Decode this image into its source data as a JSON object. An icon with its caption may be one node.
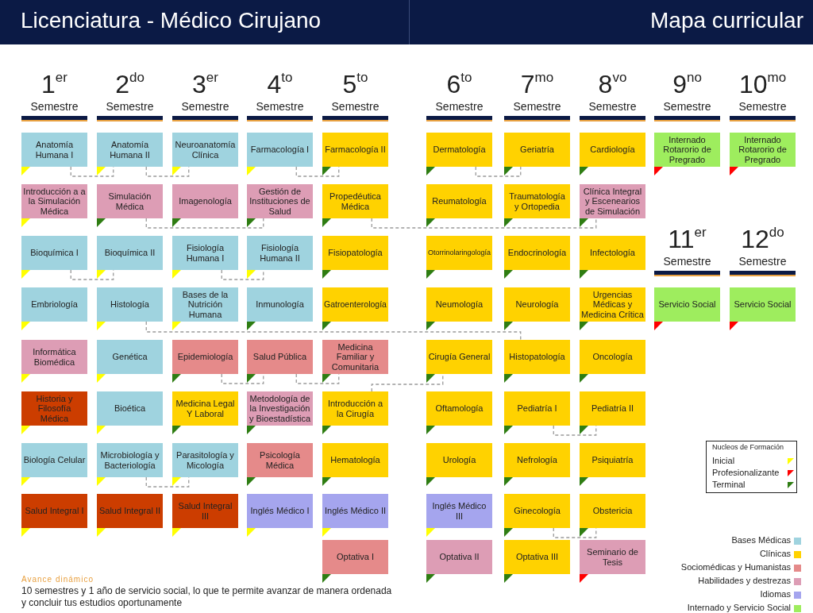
{
  "diagram": {
    "title": "Licenciatura - Médico Cirujano",
    "nodes": [
      {
        "text": [
          "Anatomía Humana I"
        ]
      },
      {
        "text": [
          "Introducción a a la Simulación Médica"
        ]
      },
      {
        "text": [
          "Bioquímica I"
        ]
      },
      {
        "text": [
          "Embriología"
        ]
      },
      {
        "text": [
          "Informática Biomédica"
        ]
      },
      {
        "text": [
          "Historia y Filosofía Médica"
        ]
      },
      {
        "text": [
          "Biología Celular"
        ]
      },
      {
        "text": [
          "Salud Integral I"
        ]
      },
      {
        "text": [
          "Anatomía Humana II"
        ]
      },
      {
        "text": [
          "Simulación Médica"
        ]
      },
      {
        "text": [
          "Bioquímica II"
        ]
      },
      {
        "text": [
          "Histología"
        ]
      },
      {
        "text": [
          "Genética"
        ]
      },
      {
        "text": [
          "Bioética"
        ]
      },
      {
        "text": [
          "Microbiología y Bacteriología"
        ]
      },
      {
        "text": [
          "Salud Integral II"
        ]
      },
      {
        "text": [
          "Neuroanatomía Clínica"
        ]
      },
      {
        "text": [
          "Imagenología"
        ]
      },
      {
        "text": [
          "Fisiología Humana I"
        ]
      },
      {
        "text": [
          "Bases de la Nutrición Humana"
        ]
      },
      {
        "text": [
          "Epidemiología"
        ]
      },
      {
        "text": [
          "Medicina Legal Y Laboral"
        ]
      },
      {
        "text": [
          "Parasitología y Micología"
        ]
      },
      {
        "text": [
          "Salud Integral III"
        ]
      },
      {
        "text": [
          "Farmacología I"
        ]
      },
      {
        "text": [
          "Gestión de Instituciones de Salud"
        ]
      },
      {
        "text": [
          "Fisiología Humana II"
        ]
      },
      {
        "text": [
          "Inmunología"
        ]
      },
      {
        "text": [
          "Salud Pública"
        ]
      },
      {
        "text": [
          "Metodología de la Investigación y Bioestadística"
        ]
      },
      {
        "text": [
          "Psicología Médica"
        ]
      },
      {
        "text": [
          "Inglés Médico I"
        ]
      },
      {
        "text": [
          "Farmacología II"
        ]
      },
      {
        "text": [
          "Propedéutica Médica"
        ]
      },
      {
        "text": [
          "Fisiopatología"
        ]
      },
      {
        "text": [
          "Gatroenterología"
        ]
      },
      {
        "text": [
          "Medicina Familiar y Comunitaria"
        ]
      },
      {
        "text": [
          "Introducción a la Cirugía"
        ]
      },
      {
        "text": [
          "Hematología"
        ]
      },
      {
        "text": [
          "Inglés Médico II"
        ]
      },
      {
        "text": [
          "Optativa I"
        ]
      },
      {
        "text": [
          "Dermatología"
        ]
      },
      {
        "text": [
          "Reumatología"
        ]
      },
      {
        "text": [
          "Otorrinolaringología"
        ]
      },
      {
        "text": [
          "Neumología"
        ]
      },
      {
        "text": [
          "Cirugía General"
        ]
      },
      {
        "text": [
          "Oftamología"
        ]
      },
      {
        "text": [
          "Urología"
        ]
      },
      {
        "text": [
          "Inglés Médico III"
        ]
      },
      {
        "text": [
          "Optativa II"
        ]
      },
      {
        "text": [
          "Geriatría"
        ]
      },
      {
        "text": [
          "Traumatología y Ortopedia"
        ]
      },
      {
        "text": [
          "Endocrinología"
        ]
      },
      {
        "text": [
          "Neurología"
        ]
      },
      {
        "text": [
          "Histopatología"
        ]
      },
      {
        "text": [
          "Pediatría I"
        ]
      },
      {
        "text": [
          "Nefrología"
        ]
      },
      {
        "text": [
          "Ginecología"
        ]
      },
      {
        "text": [
          "Optativa III"
        ]
      },
      {
        "text": [
          "Cardiología"
        ]
      },
      {
        "text": [
          "Clínica Integral y Escenearios de Simulación"
        ]
      },
      {
        "text": [
          "Infectología"
        ]
      },
      {
        "text": [
          "Urgencias Médicas y Medicina Crítica"
        ]
      },
      {
        "text": [
          "Oncología"
        ]
      },
      {
        "text": [
          "Pediatría II"
        ]
      },
      {
        "text": [
          "Psiquiatría"
        ]
      },
      {
        "text": [
          "Obstericia"
        ]
      },
      {
        "text": [
          "Seminario de Tesis"
        ]
      },
      {
        "text": [
          "Internado Rotarorio de Pregrado"
        ]
      },
      {
        "text": [
          "Internado Rotarorio de Pregrado"
        ]
      },
      {
        "text": [
          "Servicio Social"
        ]
      },
      {
        "text": [
          "Servicio Social"
        ]
      }
    ],
    "edges": [
      {
        "from": 0,
        "to": 8,
        "arrow": "none",
        "style": "dashed"
      },
      {
        "from": 8,
        "to": 16,
        "arrow": "none",
        "style": "dashed"
      },
      {
        "from": 24,
        "to": 32,
        "arrow": "none",
        "style": "dashed"
      },
      {
        "from": 9,
        "to": 25,
        "arrow": "none",
        "style": "dashed"
      },
      {
        "from": 33,
        "to": 60,
        "arrow": "none",
        "style": "dashed"
      },
      {
        "from": 2,
        "to": 10,
        "arrow": "none",
        "style": "dashed"
      },
      {
        "from": 18,
        "to": 26,
        "arrow": "none",
        "style": "dashed"
      },
      {
        "from": 11,
        "to": 54,
        "arrow": "none",
        "style": "dashed"
      },
      {
        "from": 20,
        "to": 28,
        "arrow": "none",
        "style": "dashed"
      },
      {
        "from": 28,
        "to": 36,
        "arrow": "none",
        "style": "dashed"
      },
      {
        "from": 37,
        "to": 45,
        "arrow": "none",
        "style": "dashed"
      },
      {
        "from": 14,
        "to": 22,
        "arrow": "none",
        "style": "dashed"
      },
      {
        "from": 41,
        "to": 50,
        "arrow": "none",
        "style": "dashed"
      },
      {
        "from": 55,
        "to": 64,
        "arrow": "none",
        "style": "dashed"
      },
      {
        "from": 57,
        "to": 66,
        "arrow": "none",
        "style": "dashed"
      }
    ],
    "labels": [
      "Mapa curricular",
      "1$^{er}$",
      "Semestre",
      "2$^{do}$",
      "Semestre",
      "3$^{er}$",
      "Semestre",
      "4$^{to}$",
      "Semestre",
      "5$^{to}$",
      "Semestre",
      "6$^{to}$",
      "Semestre",
      "7$^{mo}$",
      "Semestre",
      "8$^{vo}$",
      "Semestre",
      "9$^{no}$",
      "Semestre",
      "10$^{mo}$",
      "Semestre",
      "11$^{er}$",
      "Semestre",
      "12$^{do}$",
      "Semestre",
      "Nucleos de Formación",
      "Avance dinámico",
      "10 semestres y 1 año de servicio social, lo que te permite avanzar de manera ordenada y concluir tus estudios oportunamente"
    ],
    "legend": [
      {
        "text": "Bases Médicas",
        "color": "#9fd3df"
      },
      {
        "text": "Clínicas",
        "color": "#ffd200"
      },
      {
        "text": "Sociomédicas y Humanistas",
        "color": "#e58a8a"
      },
      {
        "text": "Habilidades y destrezas",
        "color": "#dd9db5"
      },
      {
        "text": "Idiomas",
        "color": "#a5a5ee"
      },
      {
        "text": "Internado y Servicio Social",
        "color": "#9eed5e"
      },
      {
        "text": "Inicial",
        "color": "#ffff00"
      },
      {
        "text": "Profesionalizante",
        "color": "#ff0000"
      },
      {
        "text": "Terminal",
        "color": "#2e7d12"
      }
    ]
  }
}
